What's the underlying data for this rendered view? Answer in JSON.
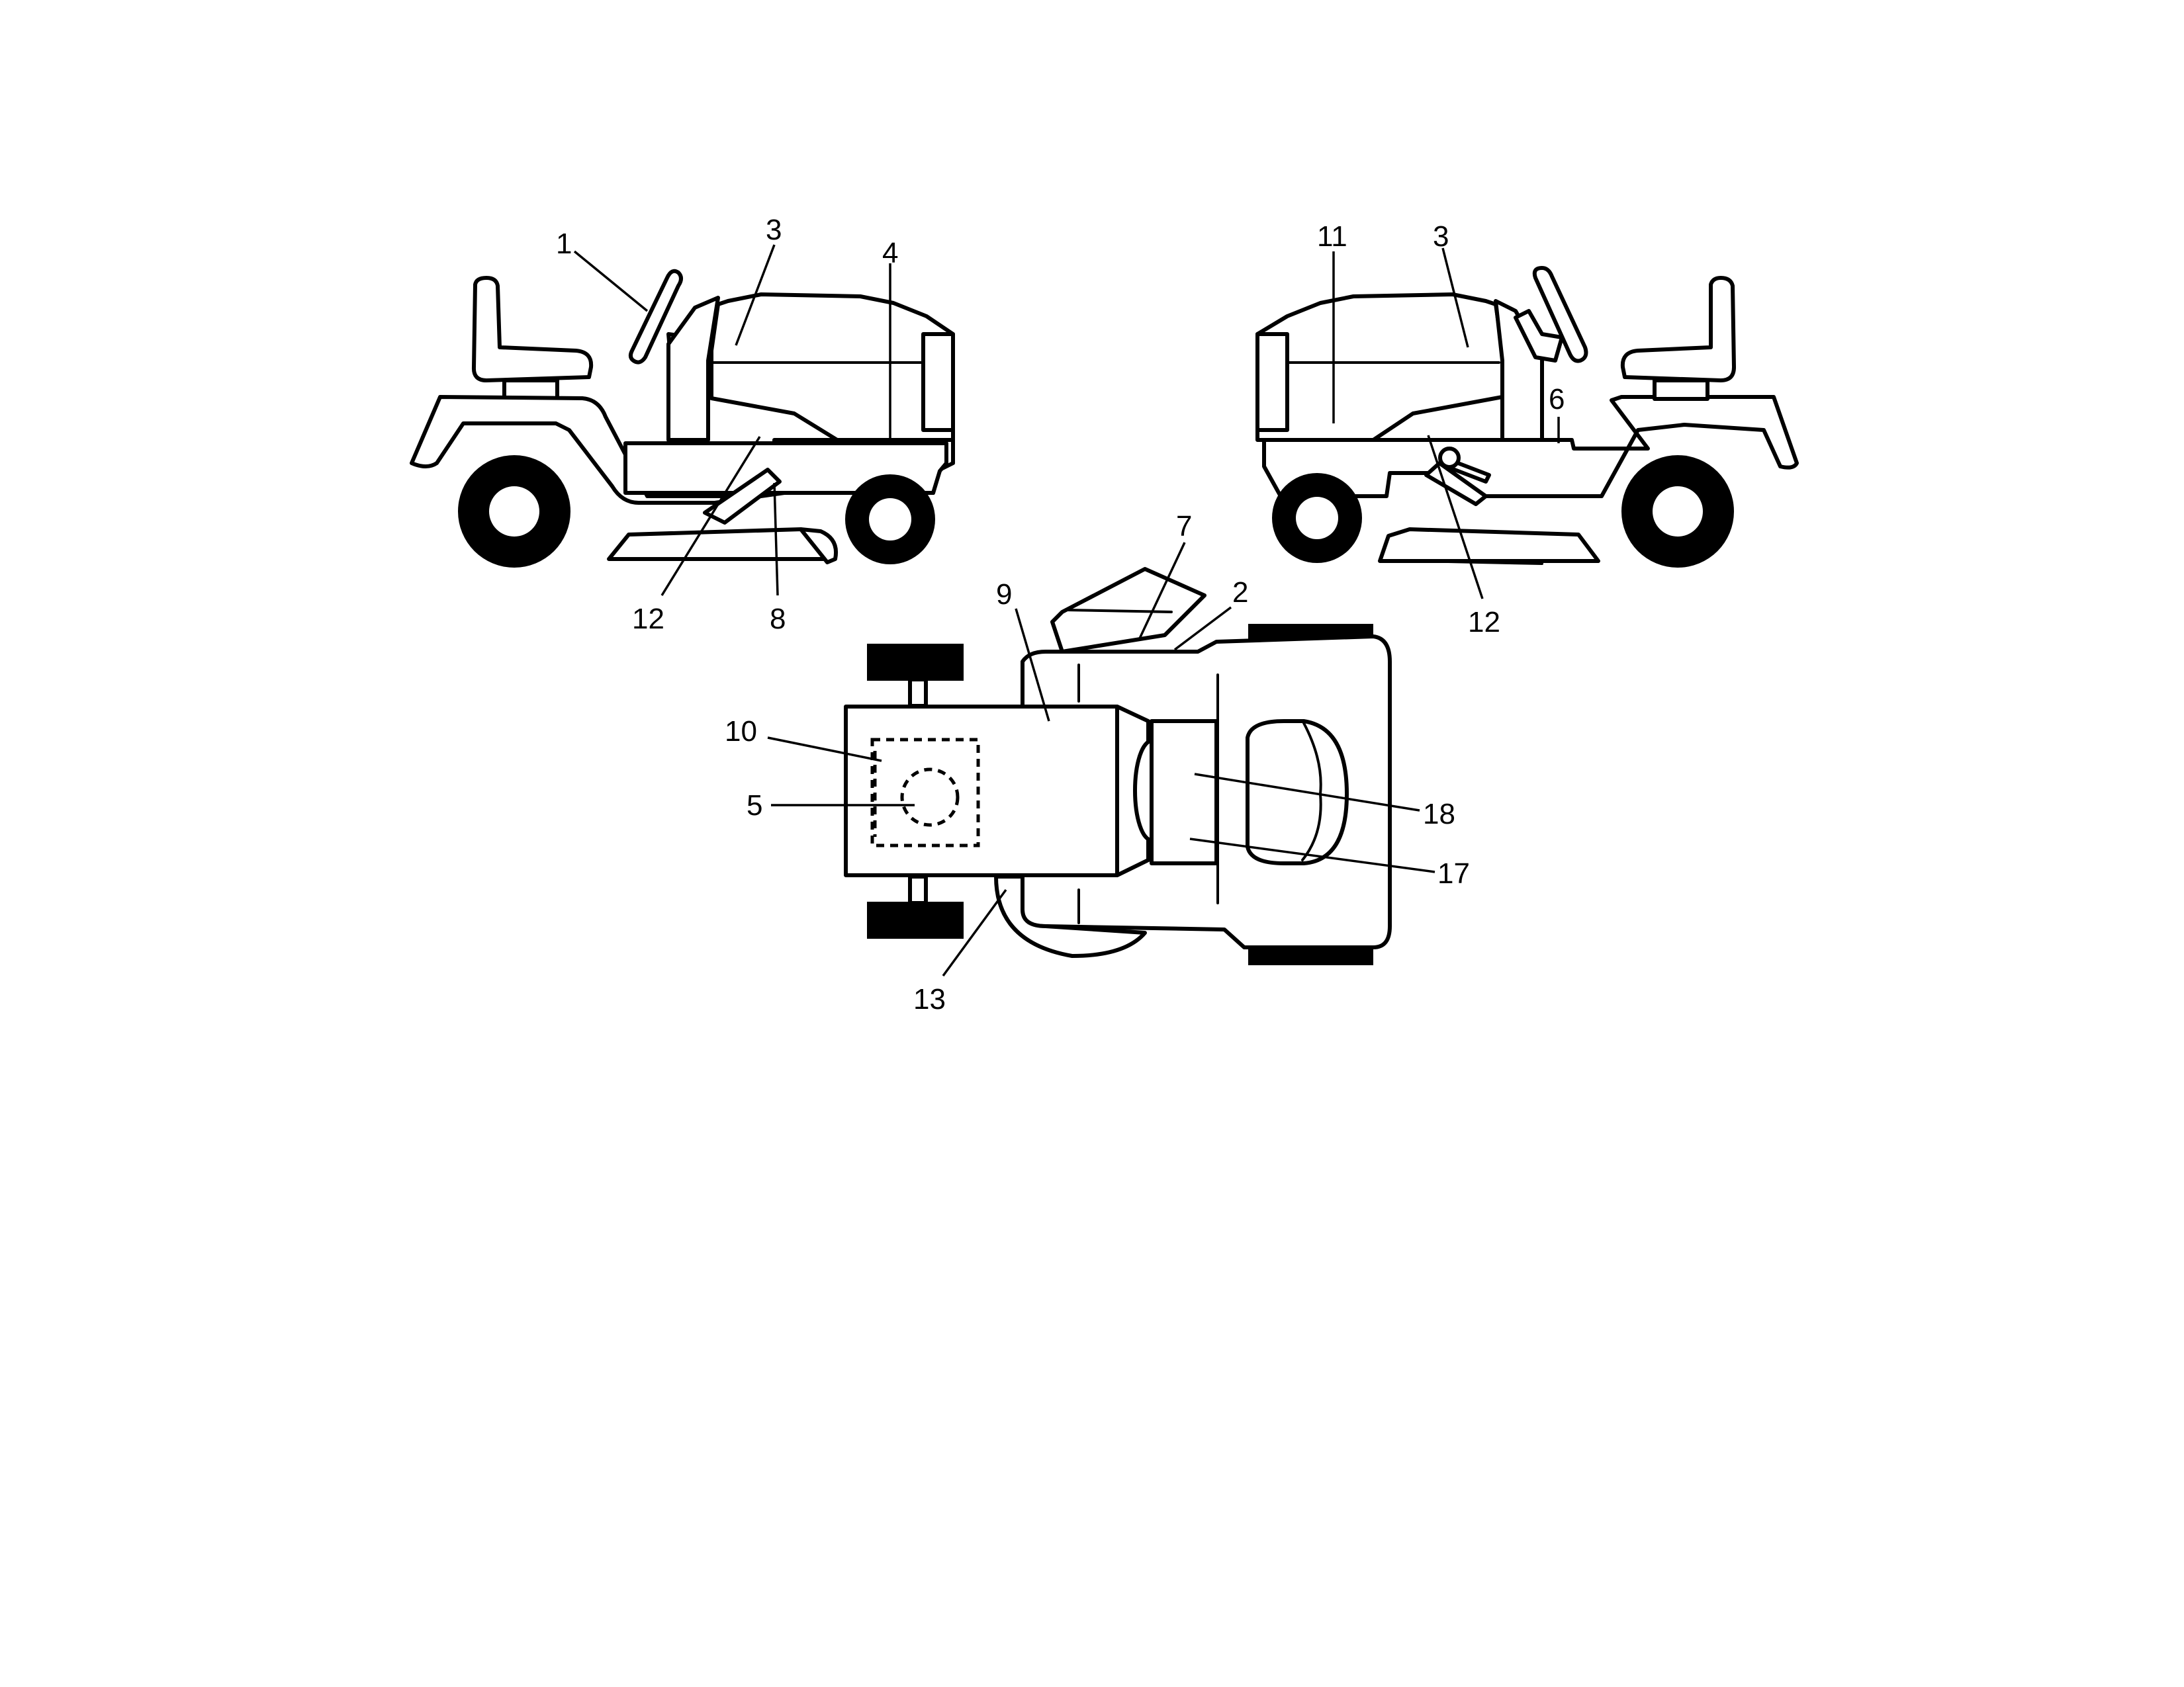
{
  "callouts": {
    "left_1": "1",
    "left_3": "3",
    "left_4": "4",
    "left_12": "12",
    "left_8": "8",
    "right_11": "11",
    "right_3": "3",
    "right_6": "6",
    "right_12": "12",
    "top_7": "7",
    "top_2": "2",
    "top_9": "9",
    "top_10": "10",
    "top_5": "5",
    "top_18": "18",
    "top_17": "17",
    "top_13": "13"
  }
}
